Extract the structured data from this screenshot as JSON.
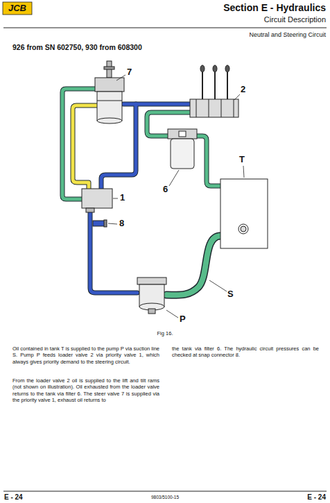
{
  "diagram": {
    "title": "Section E - Hydraulics",
    "caption": "Fig 16.",
    "labels": [
      "JCB",
      "Circuit Description",
      "Neutral and Steering Circuit",
      "926 from SN 602750, 930 from 608300",
      "7",
      "2",
      "T",
      "1",
      "6",
      "8",
      "S",
      "P",
      "Oil contained in tank T is supplied to the pump P via suction line S. Pump P feeds loader valve 2 via priority valve 1, which always gives priority demand to the steering circuit.",
      "From the loader valve 2 oil is supplied to the lift and tilt rams (not shown on illustration). Oil exhausted from the loader valve returns to the tank via filter 6. The steer valve 7 is supplied via the priority valve 1, exhaust oil returns to",
      "the tank via filter 6. The hydraulic circuit pressures can be checked at snap connector 8.",
      "E - 24",
      "9803/5100-15",
      "E - 24"
    ]
  }
}
